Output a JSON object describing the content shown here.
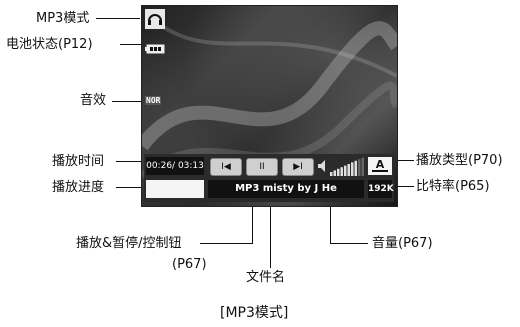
{
  "callouts": {
    "mp3_mode": "MP3模式",
    "battery": "电池状态(P12)",
    "sound_effect": "音效",
    "play_time": "播放时间",
    "play_progress": "播放进度",
    "play_pause_control_line1": "播放&暂停/控制钮",
    "play_pause_control_line2": "(P67)",
    "filename": "文件名",
    "volume": "音量(P67)",
    "play_type": "播放类型(P70)",
    "bitrate": "比特率(P65)"
  },
  "screen": {
    "eq_label": "NOR",
    "time": "00:26/ 03:13",
    "buttons": {
      "prev": "I◀",
      "pause": "II",
      "next": "▶I"
    },
    "play_type": "A",
    "filename": "MP3 misty by J He",
    "bitrate": "192K",
    "volume_level": 0.8,
    "progress": 0.0
  },
  "caption": "[MP3模式]",
  "icons": [
    "headphones-icon",
    "battery-icon",
    "speaker-icon"
  ]
}
